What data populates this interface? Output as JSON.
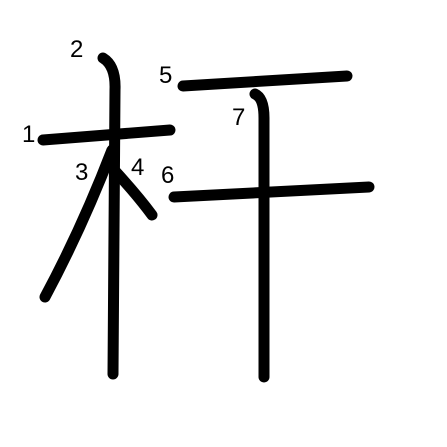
{
  "diagram": {
    "character": "杆",
    "colors": {
      "background": "#ffffff",
      "stroke": "#000000",
      "number": "#000000"
    },
    "strokes": [
      {
        "order": 1,
        "label": "1"
      },
      {
        "order": 2,
        "label": "2"
      },
      {
        "order": 3,
        "label": "3"
      },
      {
        "order": 4,
        "label": "4"
      },
      {
        "order": 5,
        "label": "5"
      },
      {
        "order": 6,
        "label": "6"
      },
      {
        "order": 7,
        "label": "7"
      }
    ]
  }
}
